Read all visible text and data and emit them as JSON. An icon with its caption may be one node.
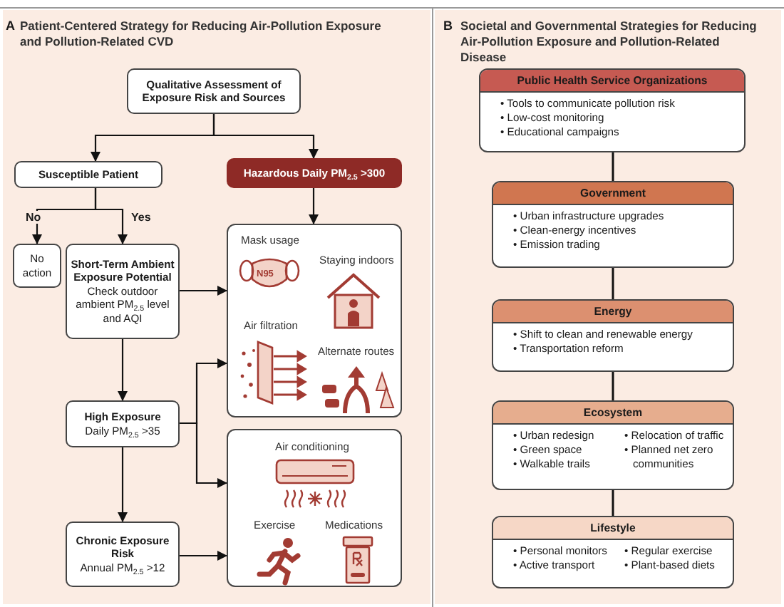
{
  "diagram": {
    "nodes": [
      {
        "text": [
          "A",
          "Patient-Centered Strategy for Reducing Air-Pollution Exposure and Pollution-Related CVD"
        ]
      },
      {
        "text": [
          "B",
          "Societal and Governmental Strategies for Reducing Air-Pollution Exposure and Pollution-Related Disease"
        ]
      },
      {
        "text": [
          "Qualitative Assessment of Exposure Risk and Sources"
        ],
        "in": 0
      },
      {
        "text": [
          "Susceptible Patient"
        ],
        "in": 0
      },
      {
        "text": [
          "Hazardous Daily PM$_{2.5}$ >300"
        ],
        "in": 0
      },
      {
        "text": [
          "No action"
        ],
        "in": 0
      },
      {
        "text": [
          "Short-Term Ambient Exposure Potential",
          "Check outdoor ambient PM$_{2.5}$ level and AQI"
        ],
        "in": 0
      },
      {
        "text": [
          "High Exposure",
          "Daily PM$_{2.5}$ >35"
        ],
        "in": 0
      },
      {
        "text": [
          "Chronic Exposure Risk",
          "Annual PM$_{2.5}$ >12"
        ],
        "in": 0
      },
      {
        "text": [
          "Mask usage",
          "Staying indoors",
          "Air filtration",
          "Alternate routes"
        ],
        "in": 0
      },
      {
        "text": [
          "Air conditioning",
          "Exercise",
          "Medications"
        ],
        "in": 0
      },
      {
        "text": [
          "Public Health Service Organizations",
          "• Tools to communicate pollution risk",
          "• Low-cost monitoring",
          "• Educational campaigns"
        ],
        "in": 1
      },
      {
        "text": [
          "Government",
          "• Urban infrastructure upgrades",
          "• Clean-energy incentives",
          "• Emission trading"
        ],
        "in": 1
      },
      {
        "text": [
          "Energy",
          "• Shift to clean and renewable energy",
          "• Transportation reform"
        ],
        "in": 1
      },
      {
        "text": [
          "Ecosystem",
          "• Urban redesign",
          "• Green space",
          "• Walkable trails",
          "• Relocation of traffic",
          "• Planned net zero communities"
        ],
        "in": 1
      },
      {
        "text": [
          "Lifestyle",
          "• Personal monitors",
          "• Active transport",
          "• Regular exercise",
          "• Plant-based diets"
        ],
        "in": 1
      }
    ],
    "edges": [
      {
        "from": 2,
        "to": 3,
        "arrow": "to"
      },
      {
        "from": 2,
        "to": 4,
        "arrow": "to"
      },
      {
        "from": 3,
        "to": 5,
        "arrow": "to",
        "label": "No"
      },
      {
        "from": 3,
        "to": 6,
        "arrow": "to",
        "label": "Yes"
      },
      {
        "from": 4,
        "to": 9,
        "arrow": "to"
      },
      {
        "from": 6,
        "to": 9,
        "arrow": "to"
      },
      {
        "from": 6,
        "to": 7,
        "arrow": "to"
      },
      {
        "from": 7,
        "to": 9,
        "arrow": "to"
      },
      {
        "from": 7,
        "to": 10,
        "arrow": "to"
      },
      {
        "from": 7,
        "to": 8,
        "arrow": "to"
      },
      {
        "from": 8,
        "to": 10,
        "arrow": "to"
      },
      {
        "from": 11,
        "to": 12,
        "arrow": "none"
      },
      {
        "from": 12,
        "to": 13,
        "arrow": "none"
      },
      {
        "from": 13,
        "to": 14,
        "arrow": "none"
      },
      {
        "from": 14,
        "to": 15,
        "arrow": "none"
      }
    ],
    "labels": [
      "N95"
    ]
  }
}
